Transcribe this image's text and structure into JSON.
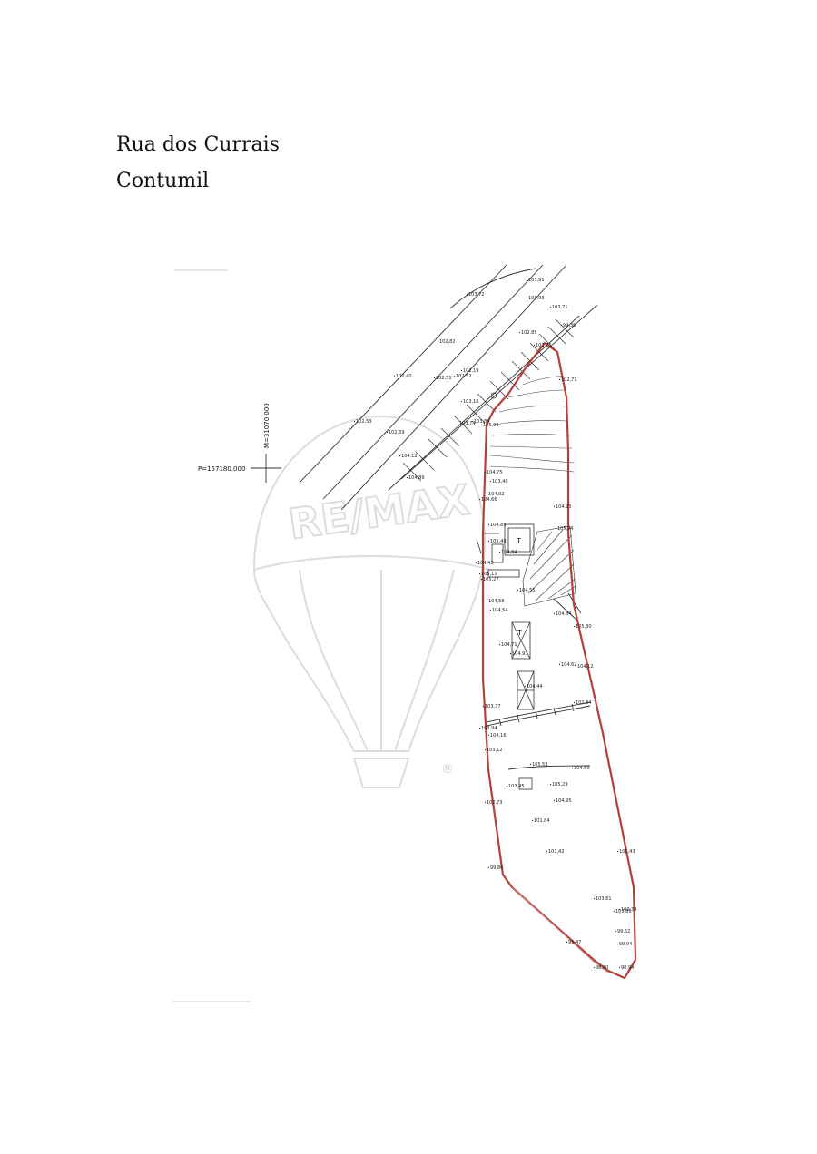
{
  "header": {
    "street": "Rua dos Currais",
    "locality": "Contumil"
  },
  "watermark": {
    "brand": "RE/MAX",
    "mark": "®",
    "color": "#dddddd"
  },
  "plan": {
    "coord_x_label": "P=157180.000",
    "coord_y_label": "M=31070.000",
    "boundary_color": "#b5403a",
    "structure_label": "T",
    "elevations": [
      "103,91",
      "103,72",
      "103,93",
      "103,71",
      "99,36",
      "102,85",
      "102,71",
      "102,82",
      "102,52",
      "102,71",
      "102,40",
      "102,51",
      "102,19",
      "103,16",
      "103,74",
      "103,84",
      "102,53",
      "102,69",
      "104,12",
      "104,89",
      "105,05",
      "104,75",
      "103,40",
      "104,02",
      "104,66",
      "104,89",
      "105,40",
      "104,84",
      "104,95",
      "105,94",
      "104,43",
      "105,11",
      "105,27",
      "104,84",
      "104,58",
      "105,80",
      "104,54",
      "104,71",
      "104,93",
      "104,62",
      "104,44",
      "104,12",
      "103,77",
      "103,94",
      "104,16",
      "103,12",
      "101,84",
      "101,42",
      "101,43",
      "103,85",
      "103,81",
      "100,34",
      "99,52",
      "99,94",
      "99,47",
      "98,80",
      "98,94",
      "99,86",
      "102,73",
      "103,45",
      "105,53",
      "105,29",
      "104,95",
      "104,60",
      "102,84",
      "104,55"
    ]
  }
}
